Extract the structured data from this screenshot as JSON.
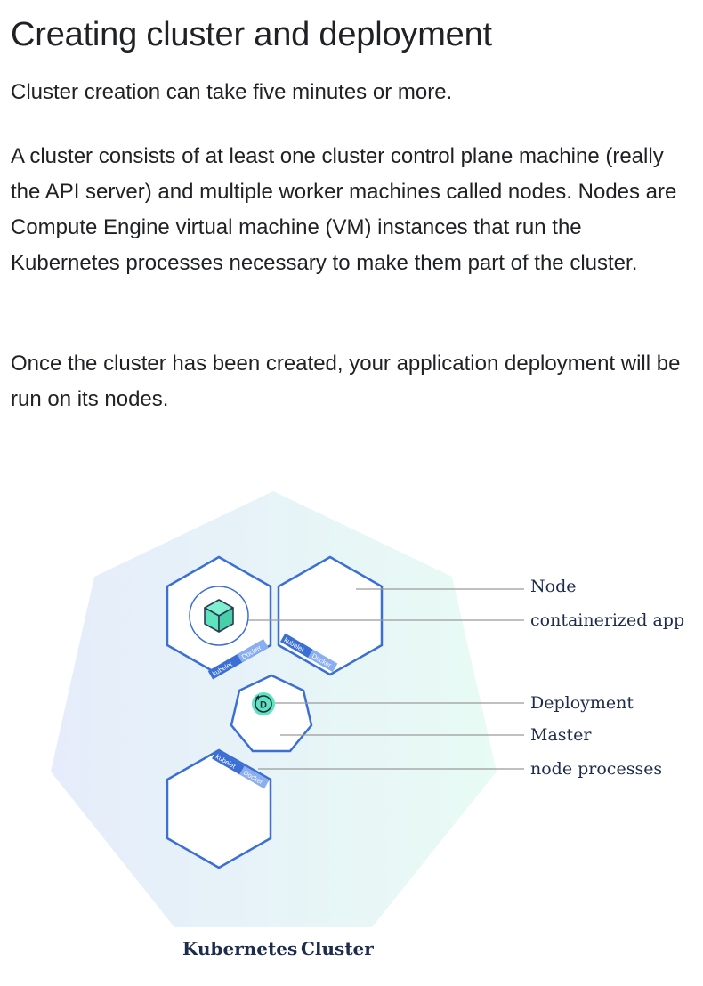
{
  "title": "Creating cluster and deployment",
  "paragraphs": [
    "Cluster creation can take five minutes or more.",
    "A cluster consists of at least one cluster control plane machine (really the API server) and multiple worker machines called nodes. Nodes are Compute Engine virtual machine (VM) instances that run the Kubernetes processes necessary to make them part of the cluster.",
    "Once the cluster has been created, your application deployment will be run on its nodes."
  ],
  "diagram": {
    "labels": {
      "node": "Node",
      "containerized_app": "containerized app",
      "deployment": "Deployment",
      "master": "Master",
      "node_processes": "node processes"
    },
    "caption_left": "Kubernetes",
    "caption_right": "Cluster",
    "deployment_badge": "D",
    "process_tags": {
      "kubelet": "kubelet",
      "docker": "Docker"
    },
    "colors": {
      "outline": "#3b6fd4",
      "leader_line": "#9a9a9a",
      "tag_fill": "#8aaef0",
      "cluster_gradient_left": "#e6ecfb",
      "cluster_gradient_right": "#e8fbf4",
      "app_cube": "#5fe3bd",
      "caption": "#1d2b4f"
    }
  }
}
